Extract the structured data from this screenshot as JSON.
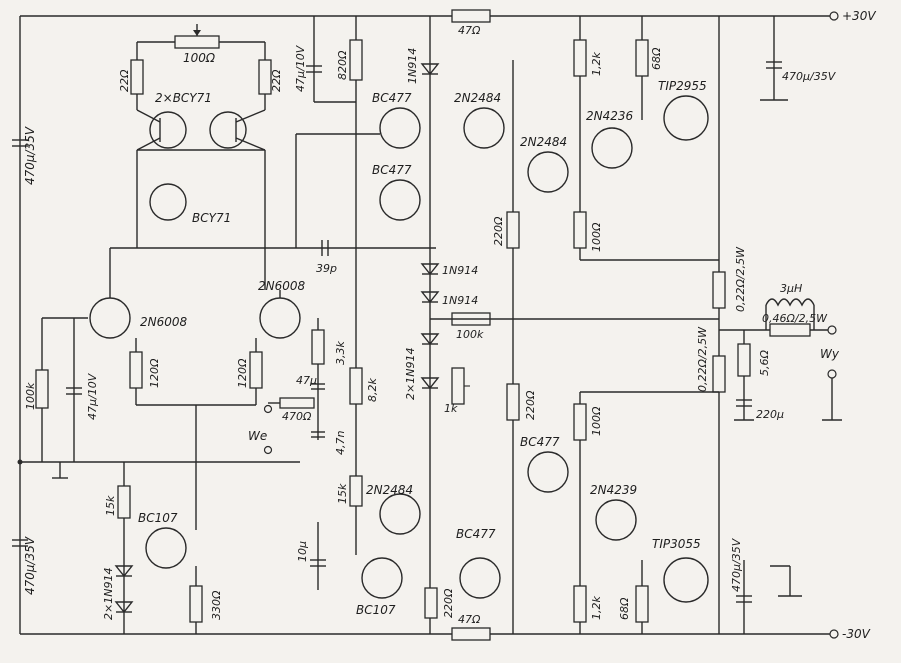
{
  "rails": {
    "plus": "+30V",
    "minus": "-30V"
  },
  "io": {
    "input": "We",
    "output": "Wy"
  },
  "caps": {
    "c_470_top_left": "470µ/35V",
    "c_470_bot_left": "470µ/35V",
    "c_470_top_right": "470µ/35V",
    "c_470_bot_right": "470µ/35V",
    "c_47_10v_left": "47µ/10V",
    "c_47_10v_top": "47µ/10V",
    "c_39p": "39p",
    "c_47u": "47µ",
    "c_4n7": "4,7n",
    "c_10u": "10µ",
    "c_220u": "220µ"
  },
  "resistors": {
    "r100_trim": "100Ω",
    "r22_left": "22Ω",
    "r22_right": "22Ω",
    "r820": "820Ω",
    "r47_top": "47Ω",
    "r47_bot": "47Ω",
    "r1k2_top": "1,2k",
    "r68_top": "68Ω",
    "r100_top": "100Ω",
    "r220_a": "220Ω",
    "r220_b": "220Ω",
    "r220_c": "220Ω",
    "r100k_mid": "100k",
    "r100k_left": "100k",
    "r120_left": "120Ω",
    "r120_right": "120Ω",
    "r3k3": "3,3k",
    "r470": "470Ω",
    "r8k2": "8,2k",
    "r15k_mid": "15k",
    "r15k_left": "15k",
    "r330": "330Ω",
    "r1k_pot": "1k",
    "r022_top": "0,22Ω/2,5W",
    "r022_bot": "0,22Ω/2,5W",
    "r046": "0,46Ω/2,5W",
    "r5r6": "5,6Ω",
    "r100_bot": "100Ω",
    "r1k2_bot": "1,2k",
    "r68_bot": "68Ω"
  },
  "inductor": "3µH",
  "transistors": {
    "bcy71_pair": "2×BCY71",
    "bcy71": "BCY71",
    "q2n6008_left": "2N6008",
    "q2n6008_right": "2N6008",
    "bc477_a": "BC477",
    "bc477_b": "BC477",
    "bc477_c": "BC477",
    "bc477_d": "BC477",
    "q2n2484_a": "2N2484",
    "q2n2484_b": "2N2484",
    "q2n2484_c": "2N2484",
    "q2n4236": "2N4236",
    "q2n4239": "2N4239",
    "tip2955": "TIP2955",
    "tip3055": "TIP3055",
    "bc107_left": "BC107",
    "bc107_mid": "BC107"
  },
  "diodes": {
    "d_top": "1N914",
    "d_mid1": "1N914",
    "d_mid2": "1N914",
    "d_pair": "2×1N914",
    "d_left_pair": "2×1N914"
  }
}
